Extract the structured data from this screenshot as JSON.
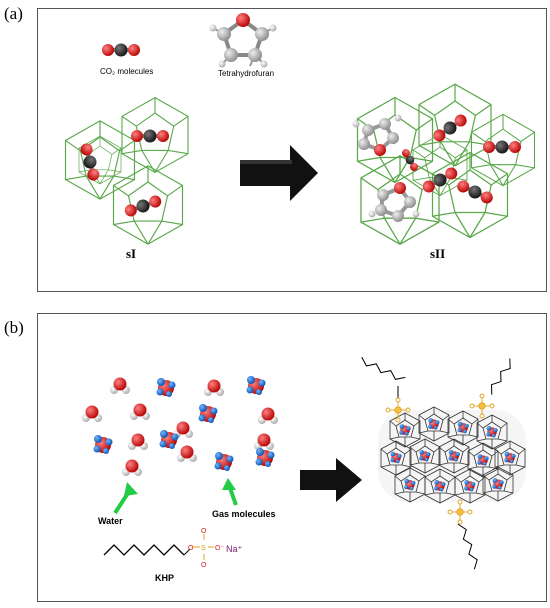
{
  "panel_a": {
    "label": "(a)",
    "co2_caption": "CO₂ molecules",
    "thf_caption": "Tetrahydrofuran",
    "left_structure": "sI",
    "right_structure": "sII"
  },
  "panel_b": {
    "label": "(b)",
    "water_label": "Water",
    "gas_label": "Gas molecules",
    "khp_label": "KHP",
    "sodium": "Na⁺"
  },
  "colors": {
    "cage_green": "#5aa84a",
    "oxygen_red": "#d42020",
    "carbon_black": "#222222",
    "hydrogen_white": "#e6e6e6",
    "gas_blue": "#1a6fd0",
    "arrow_green": "#22cc44"
  }
}
